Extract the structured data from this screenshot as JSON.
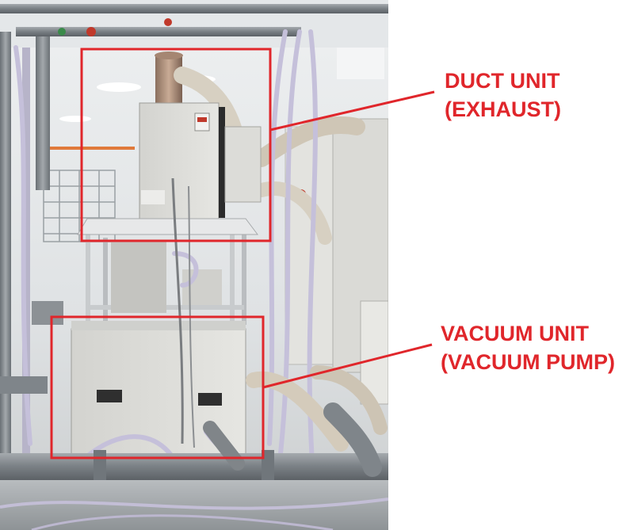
{
  "callouts": {
    "duct": {
      "line1": "DUCT UNIT",
      "line2": "(EXHAUST)"
    },
    "vacuum": {
      "line1": "VACUUM UNIT",
      "line2": "(VACUUM PUMP)"
    }
  },
  "colors": {
    "annotation_red": "#e0262b",
    "cabinet_gray": "#dcdcd8",
    "pipe_gray": "#8a8f94",
    "hose_lavender": "#c8c3dc",
    "hose_beige": "#d8cfbf",
    "background_white": "#ffffff"
  },
  "icons": [
    "duct-unit-box",
    "vacuum-unit-box",
    "leader-line"
  ]
}
